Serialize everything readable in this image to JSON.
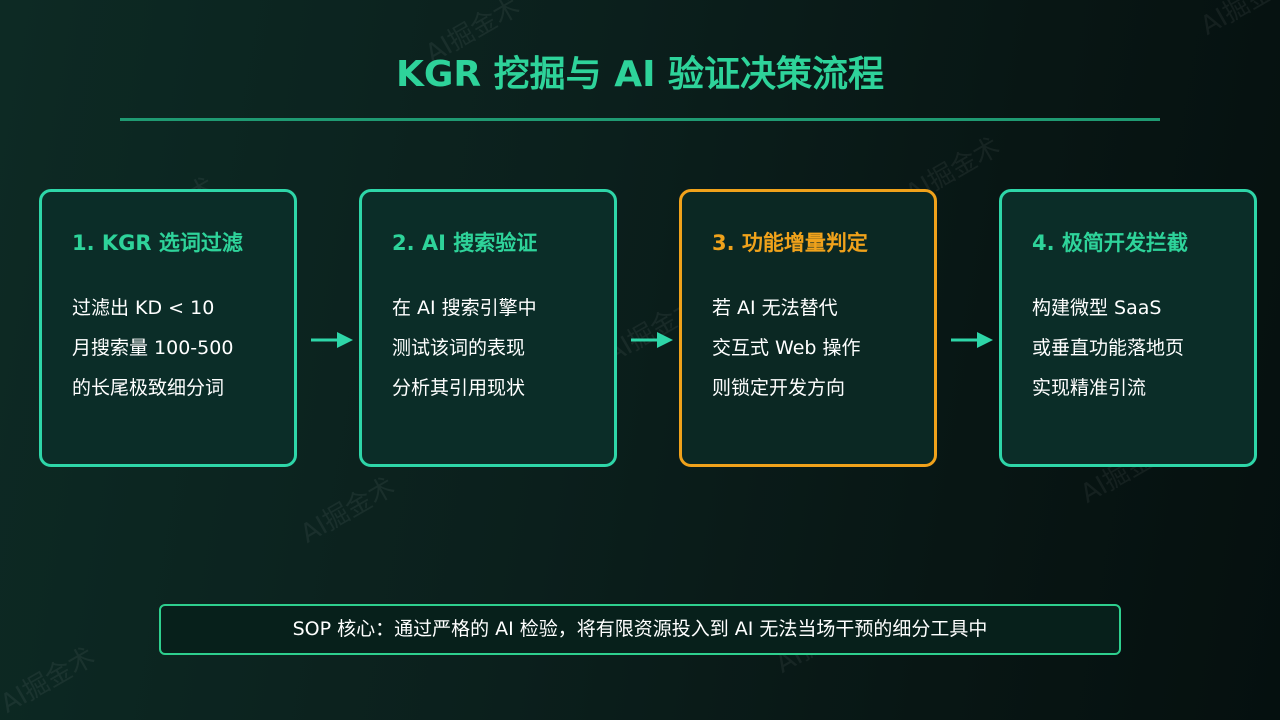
{
  "watermark": "AI掘金术",
  "title": "KGR 挖掘与 AI 验证决策流程",
  "colors": {
    "accent_green": "#2ed39a",
    "card_border": "#2ed6a8",
    "highlight_orange": "#f0a21b",
    "arrow": "#2ed6a8"
  },
  "steps": [
    {
      "title": "1. KGR 选词过滤",
      "lines": [
        "过滤出 KD < 10",
        "月搜索量 100-500",
        "的长尾极致细分词"
      ]
    },
    {
      "title": "2. AI 搜索验证",
      "lines": [
        "在 AI 搜索引擎中",
        "测试该词的表现",
        "分析其引用现状"
      ]
    },
    {
      "title": "3. 功能增量判定",
      "highlighted": true,
      "lines": [
        "若 AI 无法替代",
        "交互式 Web 操作",
        "则锁定开发方向"
      ]
    },
    {
      "title": "4. 极简开发拦截",
      "lines": [
        "构建微型 SaaS",
        "或垂直功能落地页",
        "实现精准引流"
      ]
    }
  ],
  "summary": "SOP 核心：通过严格的 AI 检验，将有限资源投入到 AI 无法当场干预的细分工具中"
}
